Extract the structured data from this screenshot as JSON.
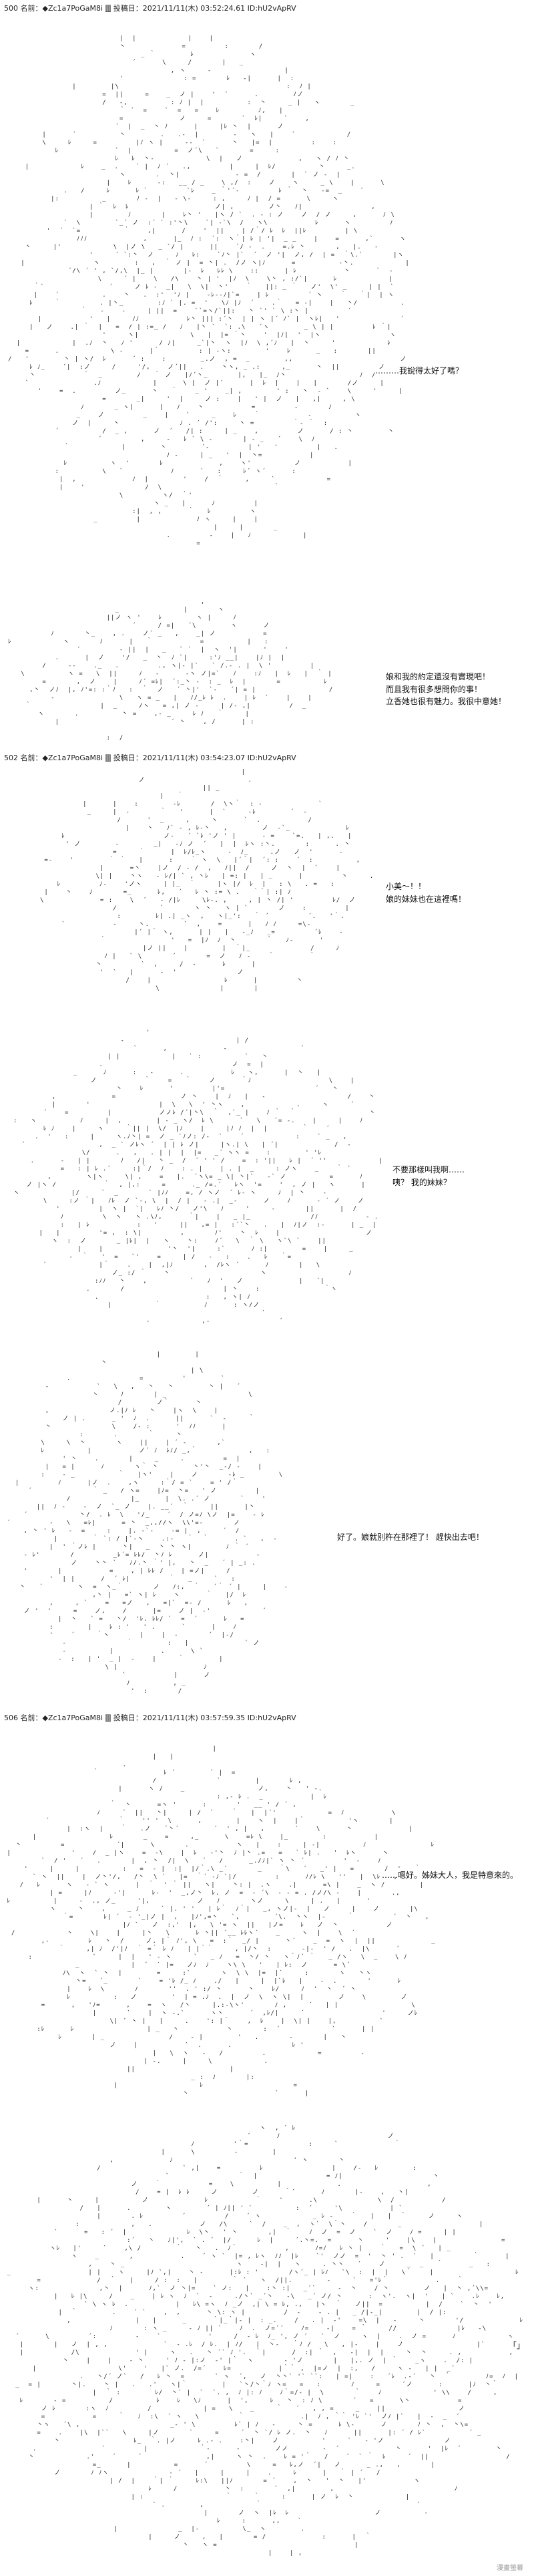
{
  "posts": [
    {
      "header": "500 名前：◆Zc1a7PoGaM8i 🀫 投稿日：2021/11/11(木) 03:52:24.61 ID:hU2vApRV",
      "lines": [
        "………我說得太好了嗎？"
      ]
    },
    {
      "header": "",
      "lines": [
        "娘和我的約定還沒有實現吧！",
        "而且我有很多想問你的事！",
        "立香她也很有魅力。我很中意她！"
      ]
    },
    {
      "header": "502 名前：◆Zc1a7PoGaM8i 🀫 投稿日：2021/11/11(木) 03:54:23.07 ID:hU2vApRV",
      "lines": [
        "小美～！！",
        "娘的妹妹也在這裡嗎！"
      ]
    },
    {
      "header": "",
      "lines": [
        "不要那樣叫我啊……",
        "咦？ 我的妹妹？"
      ]
    },
    {
      "header": "",
      "lines": [
        "好了。娘就別杵在那裡了！ 趕快出去吧！"
      ]
    },
    {
      "header": "506 名前：◆Zc1a7PoGaM8i 🀫 投稿日：2021/11/11(木) 03:57:59.35 ID:hU2vApRV",
      "lines": [
        "……嗯好。姊妹大人，我是特意來的。"
      ]
    },
    {
      "header": "",
      "lines": [
        "「」"
      ]
    }
  ],
  "watermark": "漫畫螢幕"
}
